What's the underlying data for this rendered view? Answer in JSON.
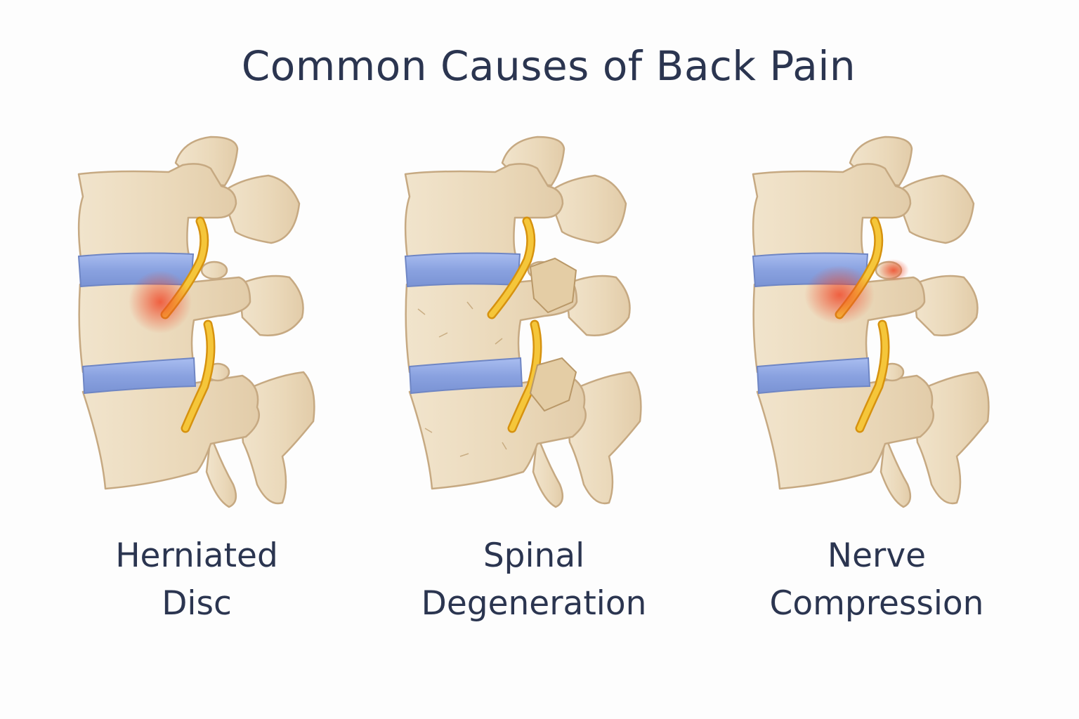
{
  "title": "Common Causes of Back Pain",
  "panels": [
    {
      "id": "herniated-disc",
      "label_line1": "Herniated",
      "label_line2": "Disc",
      "condition": "herniated"
    },
    {
      "id": "spinal-degeneration",
      "label_line1": "Spinal",
      "label_line2": "Degeneration",
      "condition": "degeneration"
    },
    {
      "id": "nerve-compression",
      "label_line1": "Nerve",
      "label_line2": "Compression",
      "condition": "compression"
    }
  ],
  "colors": {
    "text": "#2b3550",
    "bone": "#ecdcc0",
    "bone_outline": "#c6a982",
    "disc": "#8fa6e0",
    "nerve": "#f2bb2c",
    "inflammation": "#f04a2a"
  }
}
